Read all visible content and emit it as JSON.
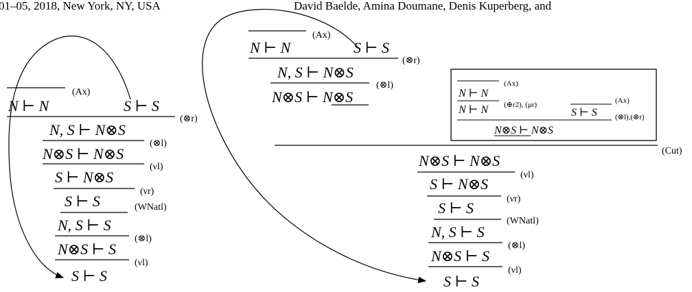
{
  "header": {
    "left": "01–05, 2018, New York, NY, USA",
    "right": "David Baelde, Amina Doumane, Denis Kuperberg, and"
  },
  "proof_left": {
    "axioms": [
      "N ⊢ N",
      "S ⊢ S"
    ],
    "ax_label": "(Ax)",
    "lines": [
      {
        "seq": "N, S ⊢ N⊗S",
        "rule": "(⊗r)"
      },
      {
        "seq": "N⊗S ⊢ N⊗S",
        "rule": "(⊗l)"
      },
      {
        "seq": "S ⊢ N⊗S",
        "rule": "(νl)"
      },
      {
        "seq": "S ⊢ S",
        "rule": "(νr)"
      },
      {
        "seq": "N, S ⊢ S",
        "rule": "(WNatl)"
      },
      {
        "seq": "N⊗S ⊢ S",
        "rule": "(⊗l)"
      },
      {
        "seq": "S ⊢ S",
        "rule": "(νl)"
      }
    ]
  },
  "proof_middle": {
    "axioms": [
      "N ⊢ N",
      "S ⊢ S"
    ],
    "ax_label": "(Ax)",
    "lines": [
      {
        "seq": "N, S ⊢ N⊗S",
        "rule": "(⊗r)"
      },
      {
        "seq": "N⊗S ⊢ N⊗S",
        "rule": "(⊗l)"
      }
    ]
  },
  "proof_boxed": {
    "axiom_top": "N ⊢ N",
    "ax_label": "(Ax)",
    "line2": {
      "seq": "N ⊢ N",
      "rule": "(⊕r2), (μr)"
    },
    "axiom_right": "S ⊢ S",
    "ax_label_right": "(Ax)",
    "conclusion": {
      "seq": "N⊗S ⊢ N⊗S",
      "rule": "(⊗l),(⊗r)"
    }
  },
  "cut": {
    "rule": "(Cut)",
    "lines": [
      {
        "seq": "N⊗S ⊢ N⊗S",
        "rule": "(νl)"
      },
      {
        "seq": "S ⊢ N⊗S",
        "rule": "(νr)"
      },
      {
        "seq": "S ⊢ S",
        "rule": "(WNatl)"
      },
      {
        "seq": "N, S ⊢ S",
        "rule": "(⊗l)"
      },
      {
        "seq": "N⊗S ⊢ S",
        "rule": "(νl)"
      },
      {
        "seq": "S ⊢ S",
        "rule": ""
      }
    ]
  }
}
